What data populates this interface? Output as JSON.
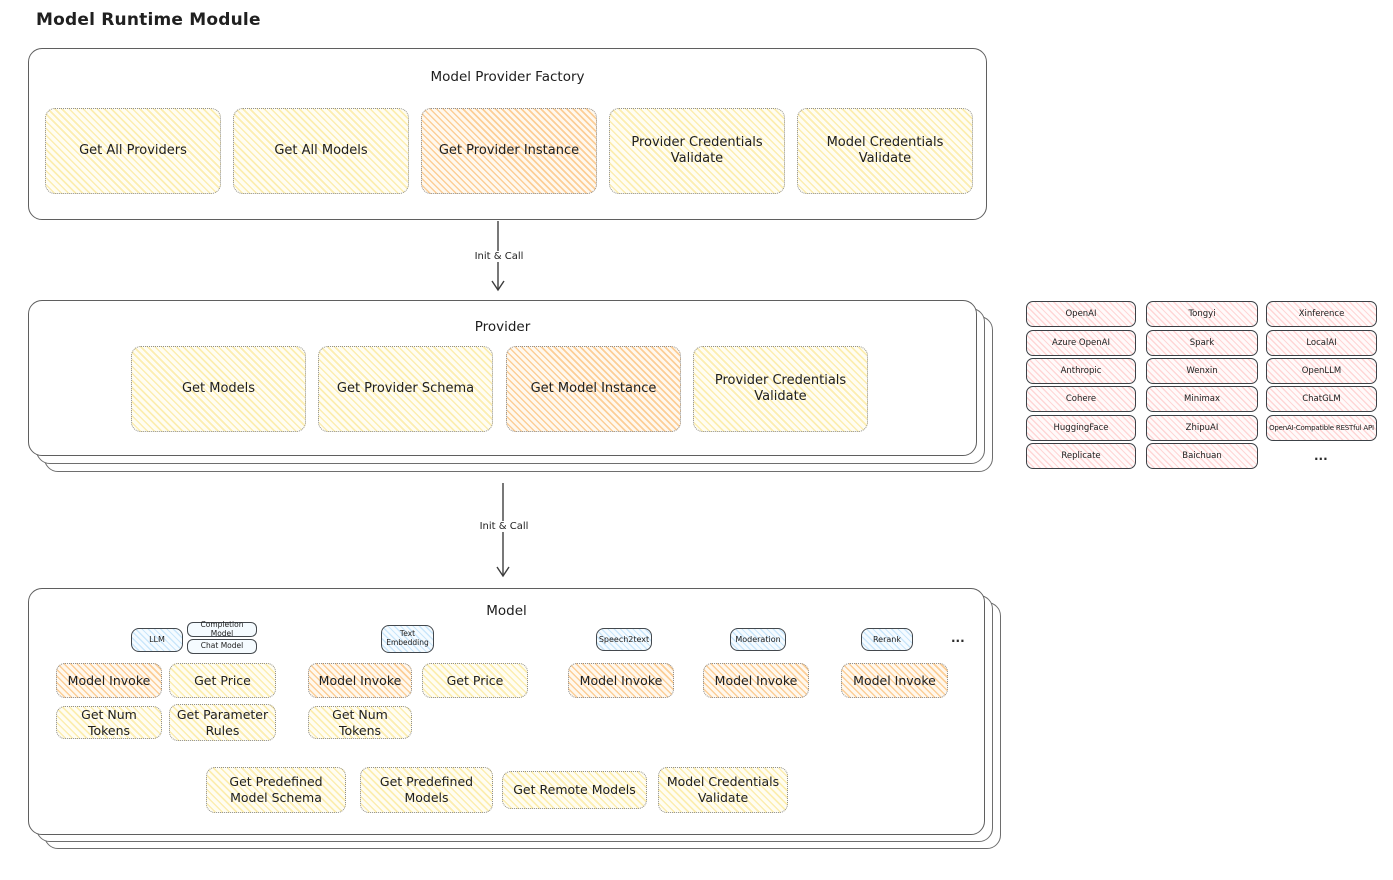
{
  "page_title": "Model Runtime Module",
  "factory": {
    "title": "Model Provider Factory",
    "get_all_providers": "Get All Providers",
    "get_all_models": "Get All Models",
    "get_provider_instance": "Get Provider Instance",
    "provider_credentials_validate": "Provider Credentials Validate",
    "model_credentials_validate": "Model Credentials Validate"
  },
  "arrows": {
    "init_call_1": "Init & Call",
    "init_call_2": "Init & Call"
  },
  "provider": {
    "title": "Provider",
    "get_models": "Get Models",
    "get_provider_schema": "Get Provider Schema",
    "get_model_instance": "Get Model Instance",
    "provider_credentials_validate": "Provider Credentials Validate"
  },
  "providers_panel": {
    "col1": [
      "OpenAI",
      "Azure OpenAI",
      "Anthropic",
      "Cohere",
      "HuggingFace",
      "Replicate"
    ],
    "col2": [
      "Tongyi",
      "Spark",
      "Wenxin",
      "Minimax",
      "ZhipuAI",
      "Baichuan"
    ],
    "col3": [
      "Xinference",
      "LocalAI",
      "OpenLLM",
      "ChatGLM",
      "OpenAI-Compatible RESTful API"
    ],
    "ellipsis": "..."
  },
  "model": {
    "title": "Model",
    "pills": {
      "llm": "LLM",
      "completion_model": "Completion Model",
      "chat_model": "Chat Model",
      "text_embedding": "Text Embedding",
      "speech2text": "Speech2text",
      "moderation": "Moderation",
      "rerank": "Rerank",
      "ellipsis": "..."
    },
    "ops": {
      "model_invoke": "Model Invoke",
      "get_price": "Get Price",
      "get_num_tokens": "Get Num Tokens",
      "get_parameter_rules": "Get Parameter Rules",
      "get_predefined_model_schema": "Get Predefined Model Schema",
      "get_predefined_models": "Get Predefined Models",
      "get_remote_models": "Get Remote Models",
      "model_credentials_validate": "Model Credentials Validate"
    }
  },
  "colors": {
    "yellow_accent": "#ffe066",
    "orange_accent": "#ffa94d",
    "pink_accent": "#ffc9c9",
    "blue_accent": "#a5d8ff",
    "stroke": "#5f5f5f"
  }
}
